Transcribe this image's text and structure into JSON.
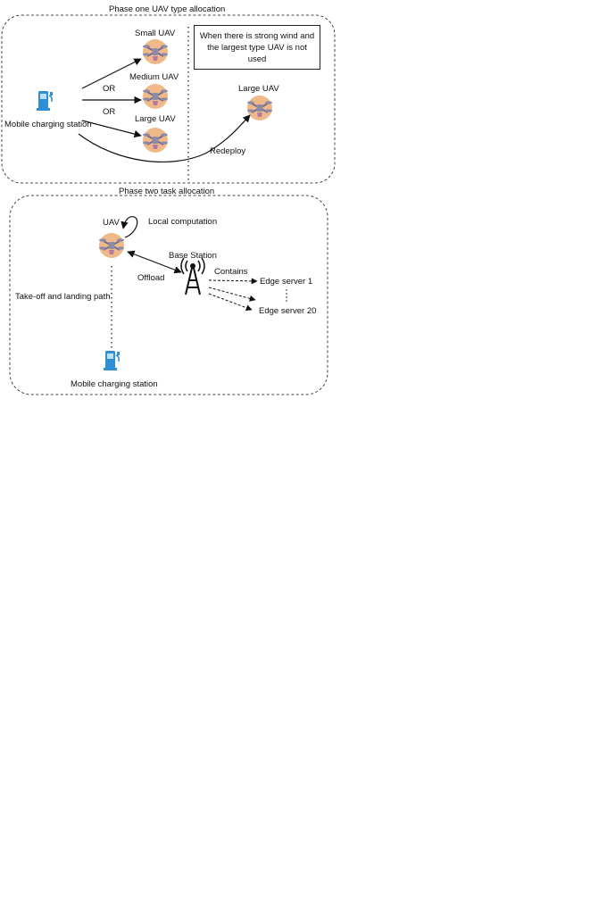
{
  "phase1": {
    "title": "Phase one UAV type allocation",
    "small_uav": "Small UAV",
    "medium_uav": "Medium UAV",
    "large_uav": "Large UAV",
    "or_1": "OR",
    "or_2": "OR",
    "station": "Mobile charging station",
    "note": "When there is strong wind and the largest type UAV is not used",
    "large_uav_right": "Large UAV",
    "redeploy": "Redeploy"
  },
  "phase2": {
    "title": "Phase two task allocation",
    "uav": "UAV",
    "local_computation": "Local computation",
    "base_station": "Base Station",
    "offload": "Offload",
    "contains": "Contains",
    "edge_server_1": "Edge server 1",
    "edge_server_20": "Edge server 20",
    "path": "Take-off and landing path",
    "station": "Mobile charging station"
  },
  "colors": {
    "uav_body": "#f0b98a",
    "uav_frame": "#8d8aa8",
    "station_blue": "#2f8fd6"
  }
}
